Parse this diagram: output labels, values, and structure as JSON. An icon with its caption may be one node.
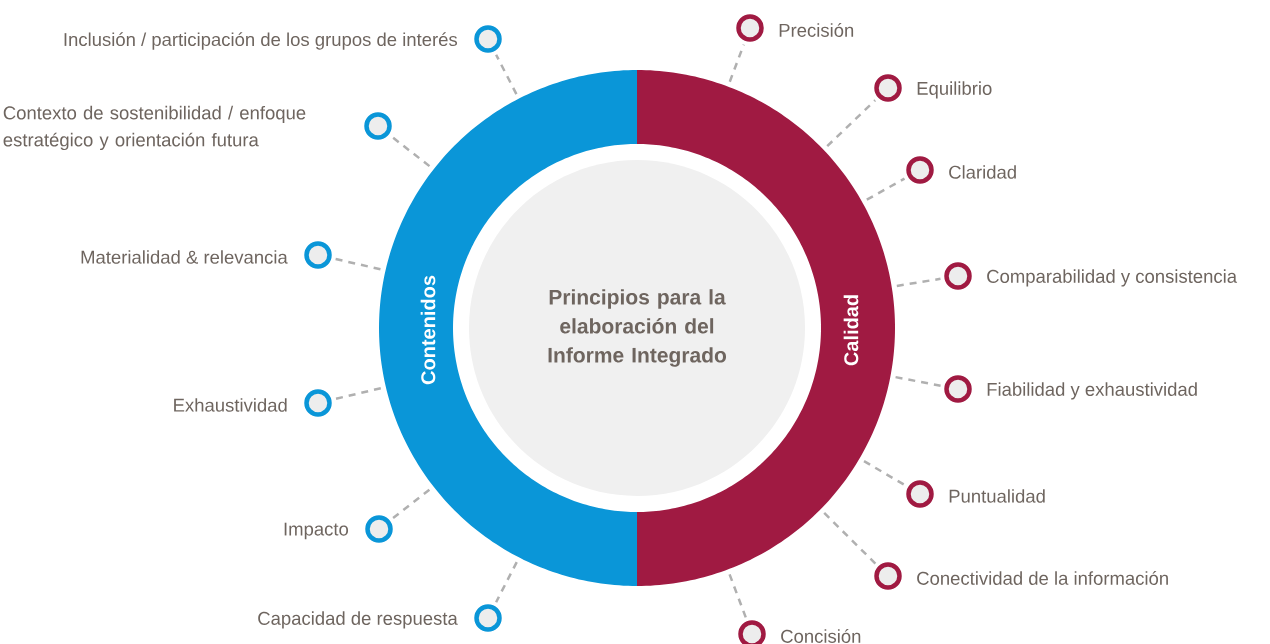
{
  "diagram": {
    "nodes": [
      {
        "text": [
          "Principios para la elaboración del Informe Integrado"
        ]
      },
      {
        "text": [
          "Contenidos"
        ]
      },
      {
        "text": [
          "Calidad"
        ]
      },
      {
        "text": [],
        "shape": "circle",
        "beside": [
          "Inclusión / participación de los grupos de interés"
        ]
      },
      {
        "text": [],
        "shape": "circle",
        "beside": [
          "Contexto de sostenibilidad / enfoque estratégico y orientación futura"
        ]
      },
      {
        "text": [],
        "shape": "circle",
        "beside": [
          "Materialidad & relevancia"
        ]
      },
      {
        "text": [],
        "shape": "circle",
        "beside": [
          "Exhaustividad"
        ]
      },
      {
        "text": [],
        "shape": "circle",
        "beside": [
          "Impacto"
        ]
      },
      {
        "text": [],
        "shape": "circle",
        "beside": [
          "Capacidad de respuesta"
        ]
      },
      {
        "text": [],
        "shape": "circle",
        "beside": [
          "Precisión"
        ]
      },
      {
        "text": [],
        "shape": "circle",
        "beside": [
          "Equilibrio"
        ]
      },
      {
        "text": [],
        "shape": "circle",
        "beside": [
          "Claridad"
        ]
      },
      {
        "text": [],
        "shape": "circle",
        "beside": [
          "Comparabilidad y consistencia"
        ]
      },
      {
        "text": [],
        "shape": "circle",
        "beside": [
          "Fiabilidad y exhaustividad"
        ]
      },
      {
        "text": [],
        "shape": "circle",
        "beside": [
          "Puntualidad"
        ]
      },
      {
        "text": [],
        "shape": "circle",
        "beside": [
          "Conectividad de la información"
        ]
      },
      {
        "text": [],
        "shape": "circle",
        "beside": [
          "Concisión"
        ]
      }
    ],
    "edges": [
      {
        "from": 1,
        "to": 3,
        "arrow": "none",
        "style": "dashed"
      },
      {
        "from": 1,
        "to": 4,
        "arrow": "none",
        "style": "dashed"
      },
      {
        "from": 1,
        "to": 5,
        "arrow": "none",
        "style": "dashed"
      },
      {
        "from": 1,
        "to": 6,
        "arrow": "none",
        "style": "dashed"
      },
      {
        "from": 1,
        "to": 7,
        "arrow": "none",
        "style": "dashed"
      },
      {
        "from": 1,
        "to": 8,
        "arrow": "none",
        "style": "dashed"
      },
      {
        "from": 2,
        "to": 9,
        "arrow": "none",
        "style": "dashed"
      },
      {
        "from": 2,
        "to": 10,
        "arrow": "none",
        "style": "dashed"
      },
      {
        "from": 2,
        "to": 11,
        "arrow": "none",
        "style": "dashed"
      },
      {
        "from": 2,
        "to": 12,
        "arrow": "none",
        "style": "dashed"
      },
      {
        "from": 2,
        "to": 13,
        "arrow": "none",
        "style": "dashed"
      },
      {
        "from": 2,
        "to": 14,
        "arrow": "none",
        "style": "dashed"
      },
      {
        "from": 2,
        "to": 15,
        "arrow": "none",
        "style": "dashed"
      },
      {
        "from": 2,
        "to": 16,
        "arrow": "none",
        "style": "dashed"
      }
    ]
  }
}
